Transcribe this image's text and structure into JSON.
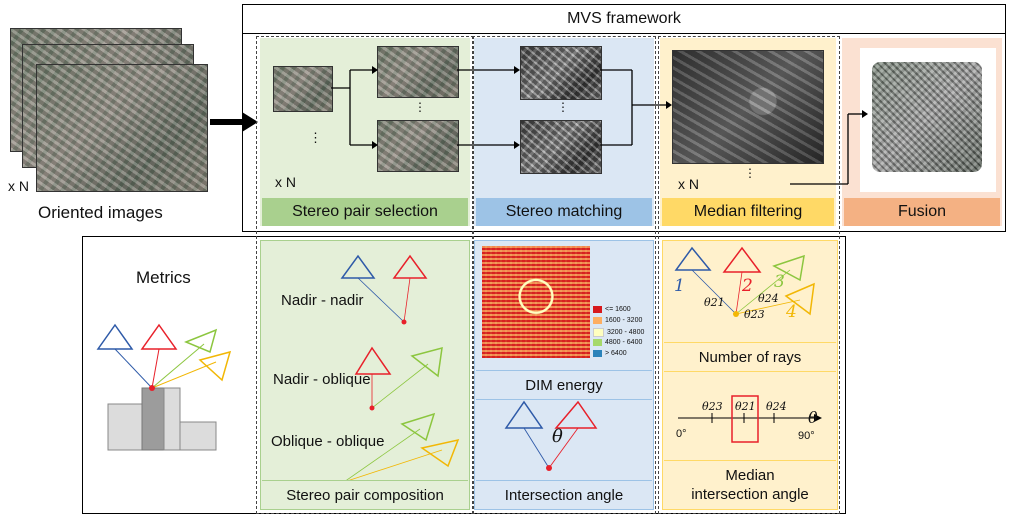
{
  "title": "MVS framework",
  "input": {
    "label": "Oriented images",
    "count": "x N"
  },
  "stages": [
    {
      "label": "Stereo pair selection",
      "color": "#a9d08e"
    },
    {
      "label": "Stereo matching",
      "color": "#9dc3e6"
    },
    {
      "label": "Median filtering",
      "color": "#ffd966"
    },
    {
      "label": "Fusion",
      "color": "#f4b183"
    }
  ],
  "dots": "⋮",
  "stage_counts": {
    "selection": "x N",
    "filtering": "x N"
  },
  "metrics": {
    "title": "Metrics",
    "pair_types": [
      "Nadir - nadir",
      "Nadir - oblique",
      "Oblique - oblique"
    ],
    "labels": {
      "composition": "Stereo pair composition",
      "energy": "DIM energy",
      "angle": "Intersection angle",
      "rays": "Number of rays",
      "median_angle": "Median intersection angle"
    },
    "energy_legend": [
      {
        "label": "<= 1600",
        "color": "#d7191c"
      },
      {
        "label": "1600 - 3200",
        "color": "#fdae61"
      },
      {
        "label": "3200 - 4800",
        "color": "#ffffbf"
      },
      {
        "label": "4800 - 6400",
        "color": "#a6d96a"
      },
      {
        "label": "> 6400",
        "color": "#2b83ba"
      }
    ],
    "theta": "θ",
    "ray_numbers": [
      "1",
      "2",
      "3",
      "4"
    ],
    "ray_angles": [
      "θ21",
      "θ24",
      "θ23"
    ],
    "axis": {
      "ticks": [
        "θ23",
        "θ21",
        "θ24"
      ],
      "start": "0°",
      "end": "90°",
      "var": "θ"
    }
  },
  "colors": {
    "blue": "#2e5aa8",
    "red": "#e8202a",
    "green": "#8cc63f",
    "yellow": "#f2b705"
  }
}
